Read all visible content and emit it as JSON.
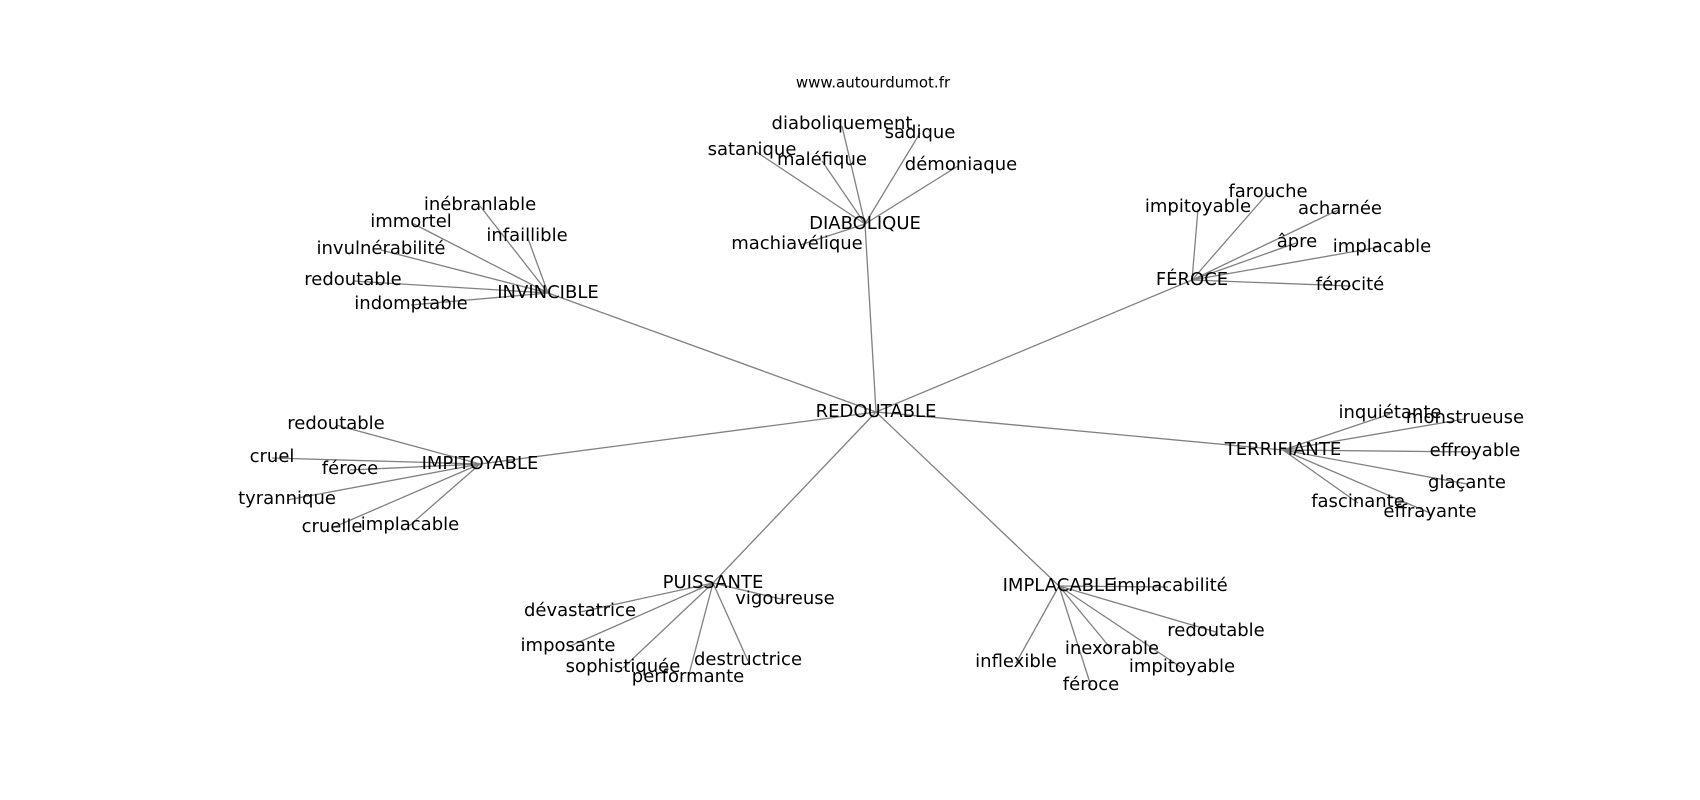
{
  "site": "www.autourdumot.fr",
  "graph": {
    "root": "REDOUTABLE",
    "branches": [
      {
        "label": "DIABOLIQUE",
        "children": [
          "diaboliquement",
          "sadique",
          "satanique",
          "maléfique",
          "démoniaque",
          "machiavélique"
        ]
      },
      {
        "label": "FÉROCE",
        "children": [
          "farouche",
          "impitoyable",
          "acharnée",
          "âpre",
          "implacable",
          "férocité"
        ]
      },
      {
        "label": "INVINCIBLE",
        "children": [
          "inébranlable",
          "immortel",
          "infaillible",
          "invulnérabilité",
          "redoutable",
          "indomptable"
        ]
      },
      {
        "label": "IMPITOYABLE",
        "children": [
          "redoutable",
          "cruel",
          "féroce",
          "tyrannique",
          "cruelle",
          "implacable"
        ]
      },
      {
        "label": "TERRIFIANTE",
        "children": [
          "inquiétante",
          "monstrueuse",
          "effroyable",
          "glaçante",
          "fascinante",
          "effrayante"
        ]
      },
      {
        "label": "PUISSANTE",
        "children": [
          "vigoureuse",
          "dévastatrice",
          "imposante",
          "sophistiquée",
          "destructrice",
          "performante"
        ]
      },
      {
        "label": "IMPLACABLE",
        "children": [
          "implacabilité",
          "redoutable",
          "inexorable",
          "inflexible",
          "impitoyable",
          "féroce"
        ]
      }
    ]
  }
}
